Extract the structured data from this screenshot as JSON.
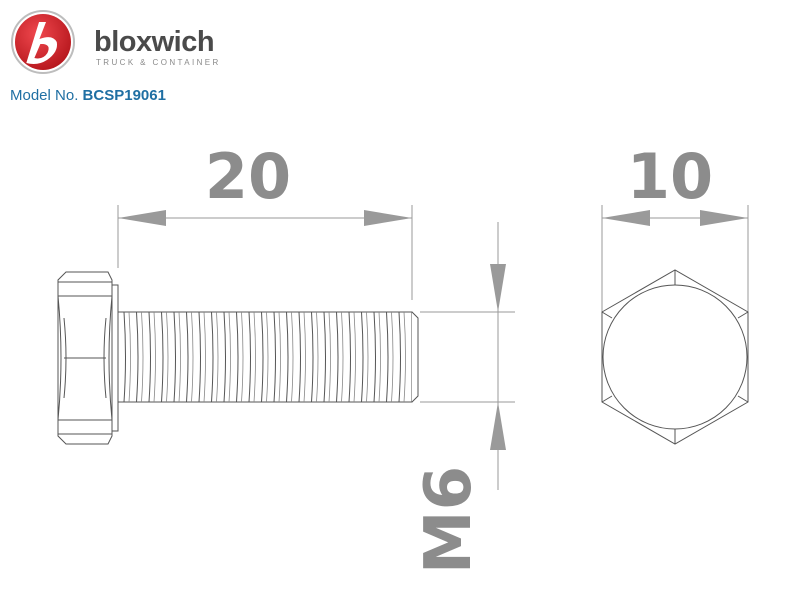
{
  "brand": {
    "name": "bloxwich",
    "tagline": "TRUCK & CONTAINER",
    "logo_letter": "b",
    "colors": {
      "logo_red": "#d8252c",
      "text_grey": "#4a4a4a",
      "model_blue": "#1f6fa3"
    }
  },
  "model": {
    "label": "Model No.",
    "number": "BCSP19061"
  },
  "dimensions": {
    "length": "20",
    "head_width": "10",
    "thread": "M6"
  }
}
